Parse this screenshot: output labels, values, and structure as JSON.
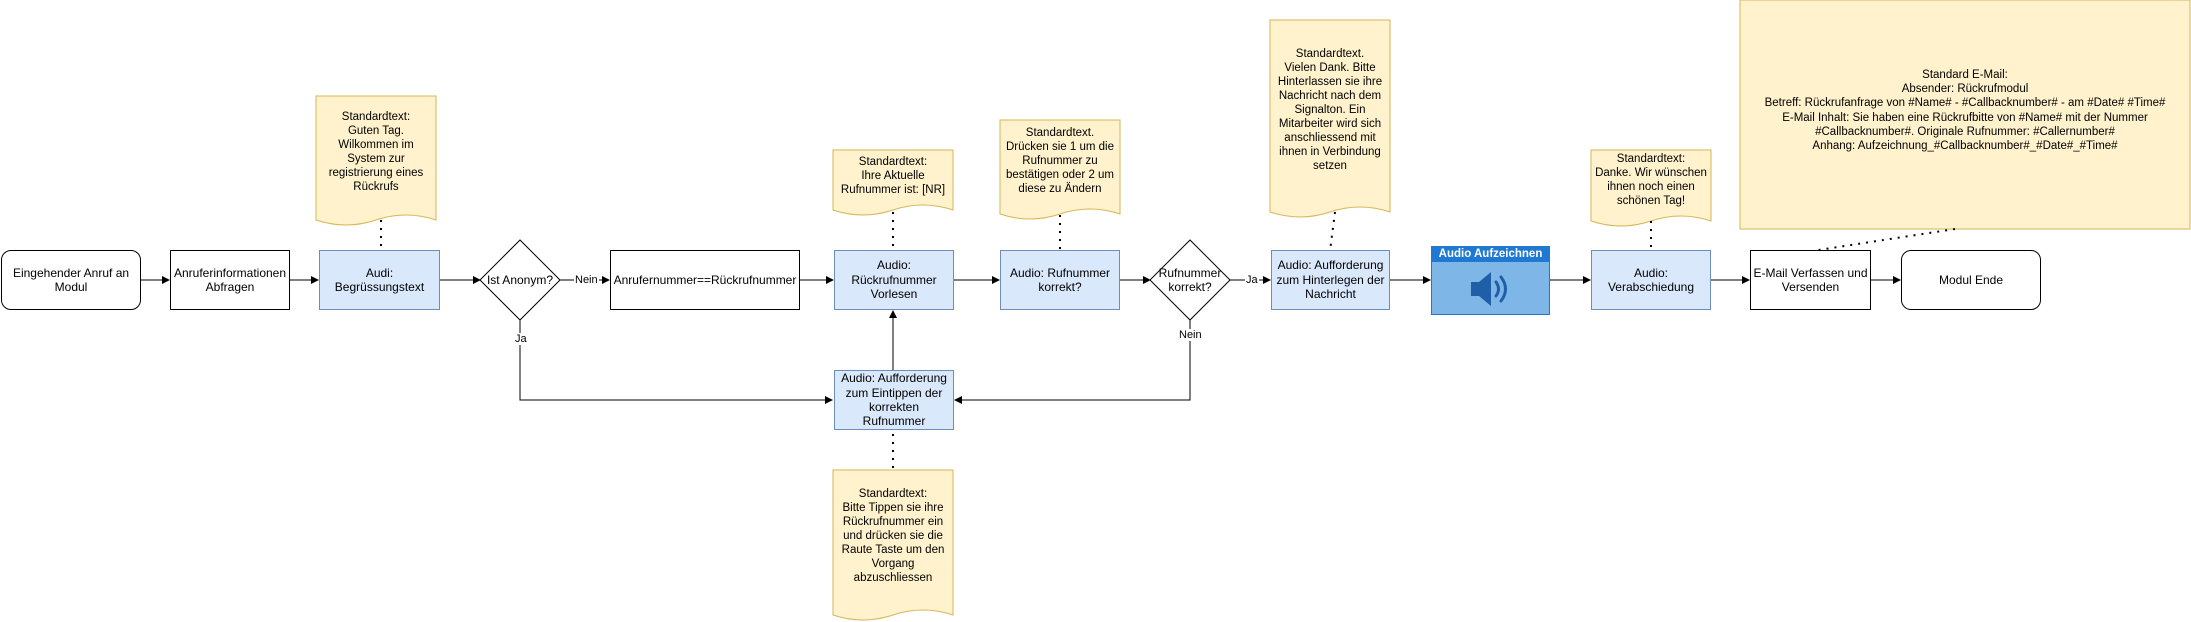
{
  "nodes": {
    "start": "Eingehender Anruf an\nModul",
    "info": "Anruferinformationen\nAbfragen",
    "greet": "Audi:\nBegrüssungstext",
    "anon": "Ist Anonym?",
    "compare": "Anrufernummer==Rückrufnummer",
    "readback": "Audio:\nRückrufnummer\nVorlesen",
    "confirm": "Audio:  Rufnummer\nkorrekt?",
    "correct": "Rufnummer\nkorrekt?",
    "leave": "Audio: Aufforderung\nzum Hinterlegen der\nNachricht",
    "record_title": "Audio Aufzeichnen",
    "goodbye": "Audio:\nVerabschiedung",
    "email": "E-Mail Verfassen und\nVersenden",
    "end": "Modul Ende",
    "enter": "Audio: Aufforderung\nzum Eintippen der\nkorrekten Rufnummer"
  },
  "edge_labels": {
    "nein1": "Nein",
    "ja1": "Ja",
    "ja2": "Ja",
    "nein2": "Nein"
  },
  "notes": {
    "greet": "Standardtext:\nGuten Tag.\nWilkommen im\nSystem zur\nregistrierung eines\nRückrufs",
    "readback": "Standardtext:\nIhre Aktuelle\nRufnummer ist: [NR]",
    "confirm": "Standardtext.\nDrücken sie 1 um die\nRufnummer zu\nbestätigen oder 2 um\ndiese zu Ändern",
    "leave": "Standardtext.\nVielen Dank. Bitte\nHinterlassen sie ihre\nNachricht nach dem\nSignalton. Ein\nMitarbeiter wird sich\nanschliessend mit\nihnen in Verbindung\nsetzen",
    "goodbye": "Standardtext:\nDanke. Wir wünschen\nihnen noch einen\nschönen Tag!",
    "email": "Standard E-Mail:\nAbsender: Rückrufmodul\nBetreff: Rückrufanfrage von #Name# - #Callbacknumber# - am #Date# #Time#\nE-Mail Inhalt: Sie haben eine Rückrufbitte von #Name# mit der Nummer\n#Callbacknumber#. Originale Rufnummer: #Callernumber#\nAnhang: Aufzeichnung_#Callbacknumber#_#Date#_#Time#",
    "enter": "Standardtext:\nBitte Tippen sie ihre\nRückrufnummer ein\nund drücken sie die\nRaute Taste um den\nVorgang\nabzuschliessen"
  },
  "colors": {
    "note_fill": "#fff2cc",
    "note_stroke": "#d6b656",
    "audio_fill": "#dae8fc",
    "audio_stroke": "#6c8ebf",
    "record_fill": "#7fb6e8",
    "record_header": "#1f78d1"
  },
  "icons": {
    "record": "speaker-icon"
  }
}
